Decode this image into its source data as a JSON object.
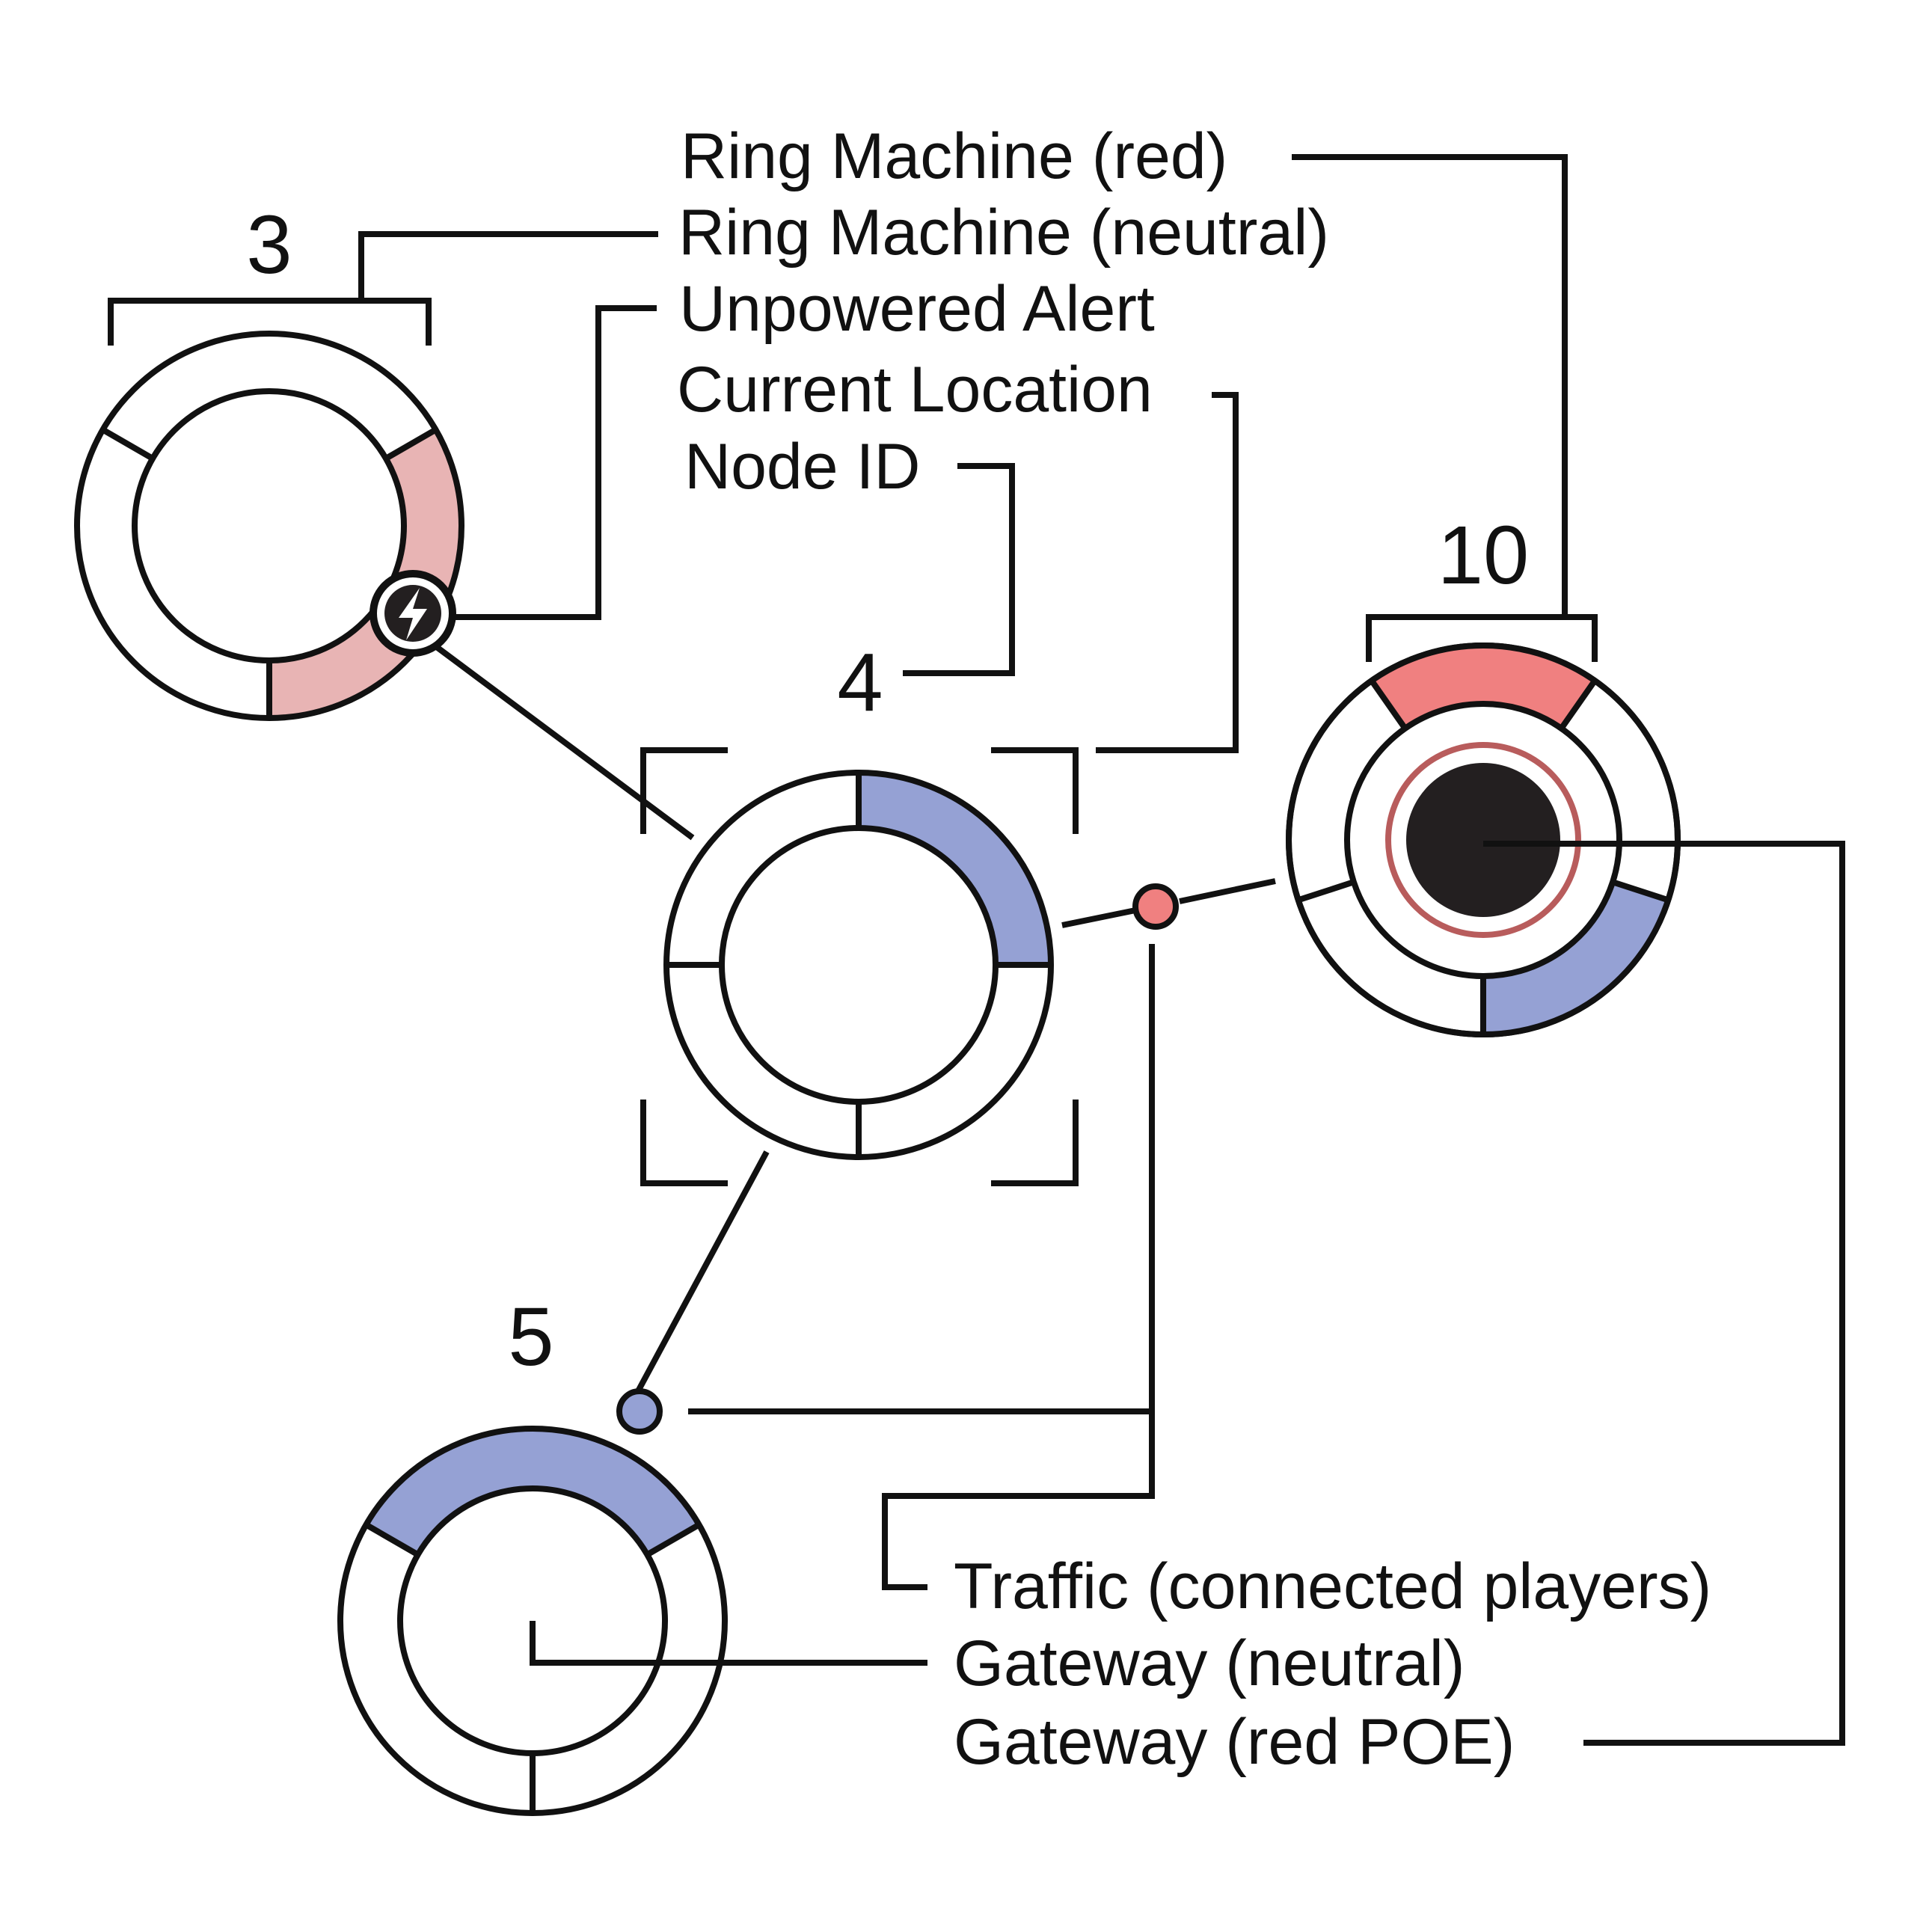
{
  "legend": {
    "ring_machine_red": "Ring Machine (red)",
    "ring_machine_neutral": "Ring Machine (neutral)",
    "unpowered_alert": "Unpowered Alert",
    "current_location": "Current Location",
    "node_id": "Node ID",
    "traffic": "Traffic (connected players)",
    "gateway_neutral": "Gateway (neutral)",
    "gateway_red_poe": "Gateway (red POE)"
  },
  "nodes": {
    "node3": {
      "id": "3"
    },
    "node4": {
      "id": "4"
    },
    "node5": {
      "id": "5"
    },
    "node10": {
      "id": "10"
    }
  },
  "icons": {
    "alert": "lightning-bolt-icon"
  },
  "colors": {
    "red_light": "#e8b4b4",
    "red": "#f08080",
    "red_ring": "#b85c5c",
    "blue": "#95a1d4",
    "core": "#231f20",
    "stroke": "#111111"
  }
}
